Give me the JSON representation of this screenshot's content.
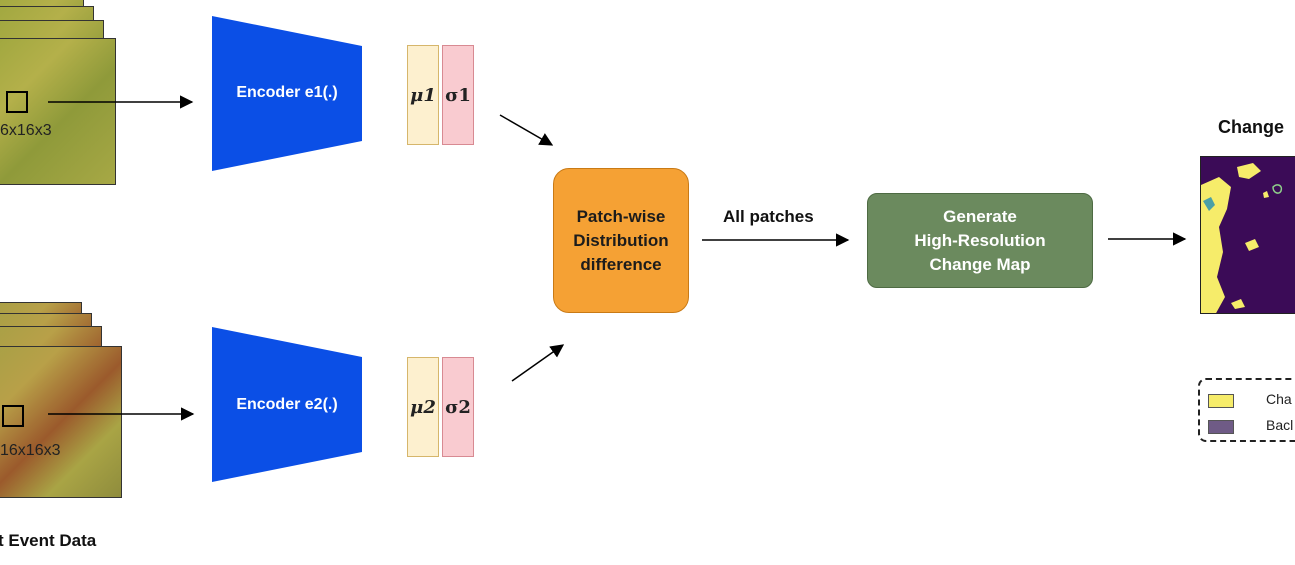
{
  "colors": {
    "encoder": "#0b4fe6",
    "distribution_box": "#f5a134",
    "generate_box": "#6b8a5e",
    "mu_fill": "#fdf0cf",
    "sigma_fill": "#f9cbd0",
    "change_class": "#f6ec6a",
    "background_class": "#6f5b86"
  },
  "inputs": {
    "pre": {
      "patch_label": "6x16x3"
    },
    "post": {
      "patch_label": "16x16x3",
      "caption": "t Event Data"
    }
  },
  "encoders": {
    "e1": {
      "label": "Encoder e1(.)",
      "mu": "μ1",
      "sigma": "σ1"
    },
    "e2": {
      "label": "Encoder e2(.)",
      "mu": "μ2",
      "sigma": "σ2"
    }
  },
  "distribution_box": {
    "line1": "Patch-wise",
    "line2": "Distribution",
    "line3": "difference"
  },
  "all_patches_label": "All patches",
  "generate_box": {
    "line1": "Generate",
    "line2": "High-Resolution",
    "line3": "Change Map"
  },
  "output": {
    "title": "Change"
  },
  "legend": {
    "change": "Cha",
    "background": "Bacl"
  }
}
